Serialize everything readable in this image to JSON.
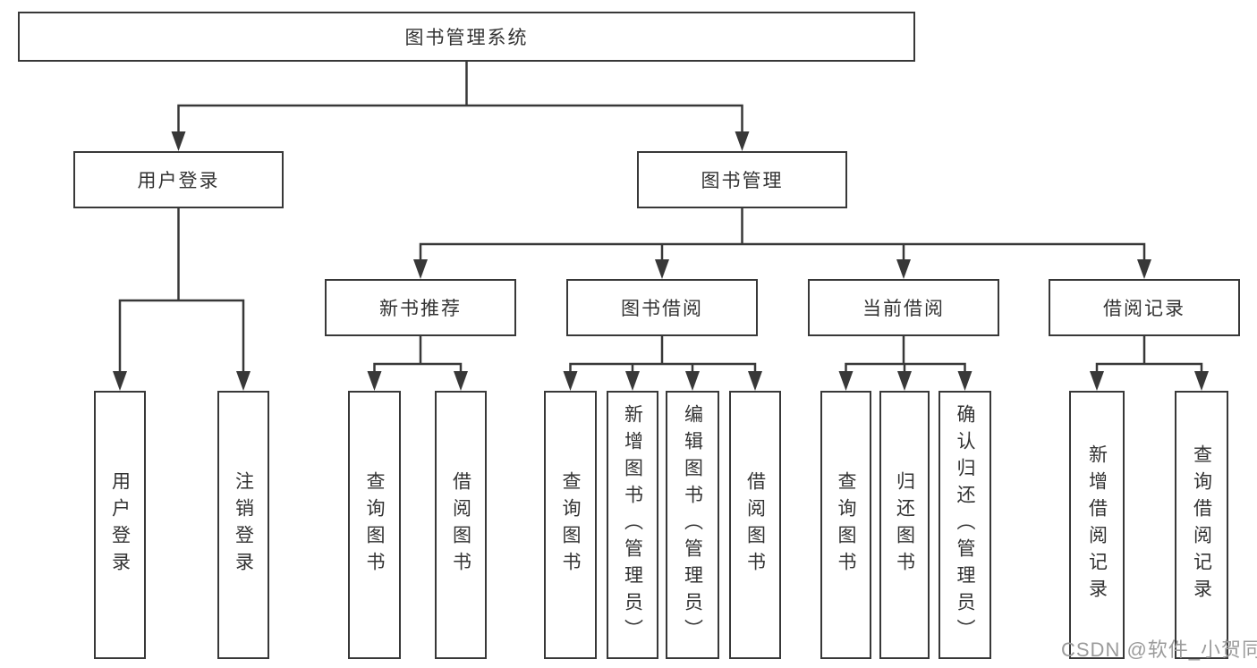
{
  "tree": {
    "label": "图书管理系统",
    "children": [
      {
        "label": "用户登录",
        "children": [
          {
            "label": "用户登录"
          },
          {
            "label": "注销登录"
          }
        ]
      },
      {
        "label": "图书管理",
        "children": [
          {
            "label": "新书推荐",
            "children": [
              {
                "label": "查询图书"
              },
              {
                "label": "借阅图书"
              }
            ]
          },
          {
            "label": "图书借阅",
            "children": [
              {
                "label": "查询图书"
              },
              {
                "label": "新增图书（管理员）"
              },
              {
                "label": "编辑图书（管理员）"
              },
              {
                "label": "借阅图书"
              }
            ]
          },
          {
            "label": "当前借阅",
            "children": [
              {
                "label": "查询图书"
              },
              {
                "label": "归还图书"
              },
              {
                "label": "确认归还（管理员）"
              }
            ]
          },
          {
            "label": "借阅记录",
            "children": [
              {
                "label": "新增借阅记录"
              },
              {
                "label": "查询借阅记录"
              }
            ]
          }
        ]
      }
    ]
  },
  "watermark": "CSDN @软件_小贺同学",
  "colors": {
    "line": "#383838",
    "text": "#333333",
    "watermark": "#9b9b9b",
    "background": "#ffffff"
  }
}
